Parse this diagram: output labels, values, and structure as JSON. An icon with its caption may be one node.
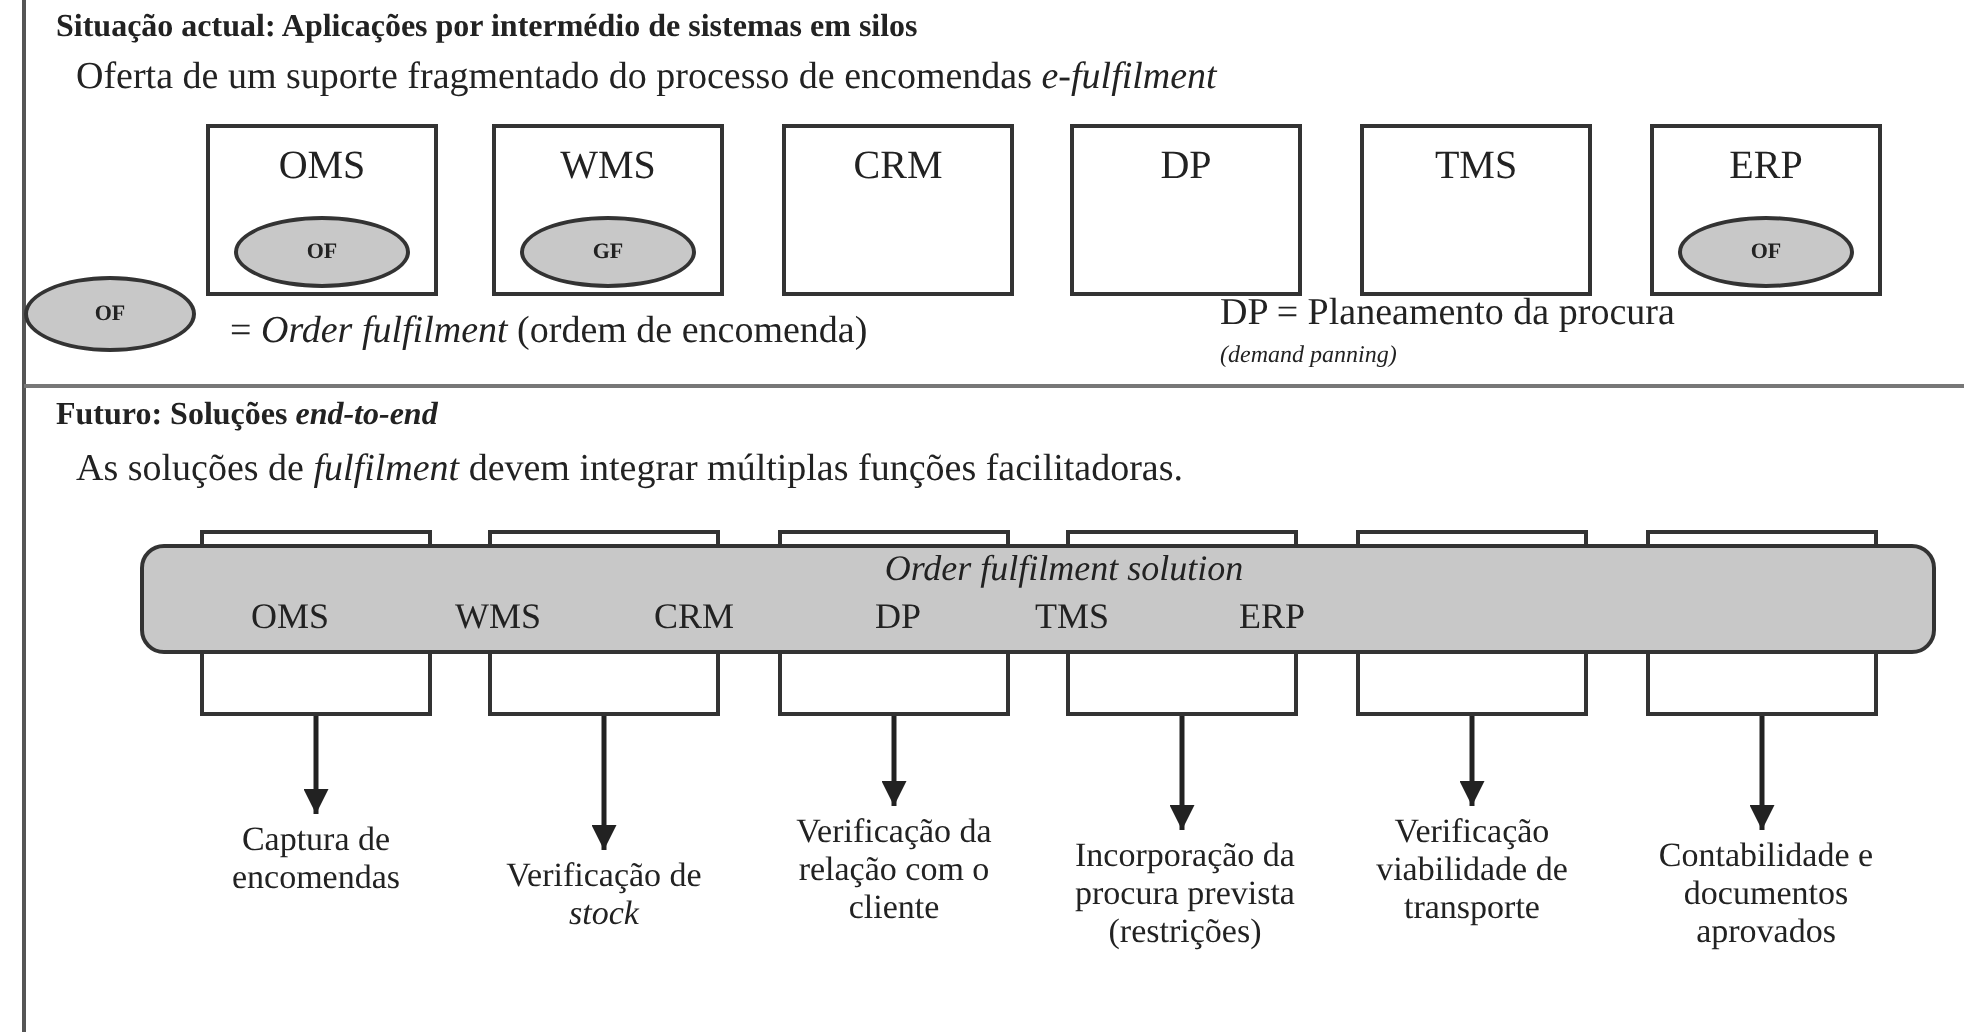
{
  "diagram": {
    "nodes": [
      {
        "text": [
          "OMS"
        ]
      },
      {
        "text": [
          "OF"
        ],
        "in": 0
      },
      {
        "text": [
          "WMS"
        ]
      },
      {
        "text": [
          "GF"
        ],
        "in": 2
      },
      {
        "text": [
          "CRM"
        ]
      },
      {
        "text": [
          "DP"
        ]
      },
      {
        "text": [
          "TMS"
        ]
      },
      {
        "text": [
          "ERP"
        ]
      },
      {
        "text": [
          "OF"
        ],
        "in": 7
      },
      {
        "text": [
          "OF"
        ]
      },
      {
        "text": [
          "Order fulfilment solution",
          "OMS",
          "WMS",
          "CRM",
          "DP",
          "TMS",
          "ERP"
        ]
      },
      {
        "text": [],
        "shape": "box"
      },
      {
        "text": [],
        "shape": "box"
      },
      {
        "text": [],
        "shape": "box"
      },
      {
        "text": [],
        "shape": "box"
      },
      {
        "text": [],
        "shape": "box"
      },
      {
        "text": [],
        "shape": "box"
      },
      {
        "text": [
          "Captura de encomendas"
        ]
      },
      {
        "text": [
          "Verificação de *stock*"
        ]
      },
      {
        "text": [
          "Verificação da relação com o cliente"
        ]
      },
      {
        "text": [
          "Incorporação da procura prevista (restrições)"
        ]
      },
      {
        "text": [
          "Verificação viabilidade de transporte"
        ]
      },
      {
        "text": [
          "Contabilidade e documentos aprovados"
        ]
      }
    ],
    "edges": [
      {
        "from": 11,
        "to": 17,
        "arrow": "to"
      },
      {
        "from": 12,
        "to": 18,
        "arrow": "to"
      },
      {
        "from": 13,
        "to": 19,
        "arrow": "to"
      },
      {
        "from": 14,
        "to": 20,
        "arrow": "to"
      },
      {
        "from": 15,
        "to": 21,
        "arrow": "to"
      },
      {
        "from": 16,
        "to": 22,
        "arrow": "to"
      }
    ],
    "labels": [
      "Situação actual: Aplicações por intermédio de sistemas em silos",
      "Oferta de um suporte fragmentado do processo de encomendas *e-fulfilment*",
      "= *Order fulfilment* (ordem de encomenda)",
      "DP = Planeamento da procura",
      "(demand panning)",
      "Futuro: Soluções *end-to-end*",
      "As soluções de *fulfilment* devem integrar múltiplas funções facilitadoras."
    ]
  }
}
